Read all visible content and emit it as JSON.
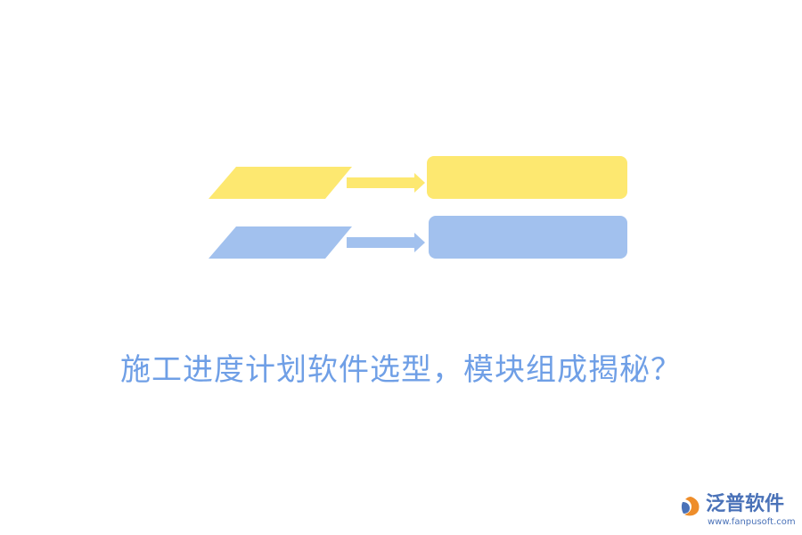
{
  "headline": "施工进度计划软件选型，模块组成揭秘？",
  "brand": {
    "name": "泛普软件",
    "url": "www.fanpusoft.com"
  },
  "colors": {
    "yellow": "#fde870",
    "blue": "#a2c1ee",
    "headline": "#6f9fe6",
    "brand_blue": "#4a72b8",
    "brand_orange": "#ee8d2a"
  },
  "icons": [
    "fanpu-logo-icon"
  ]
}
